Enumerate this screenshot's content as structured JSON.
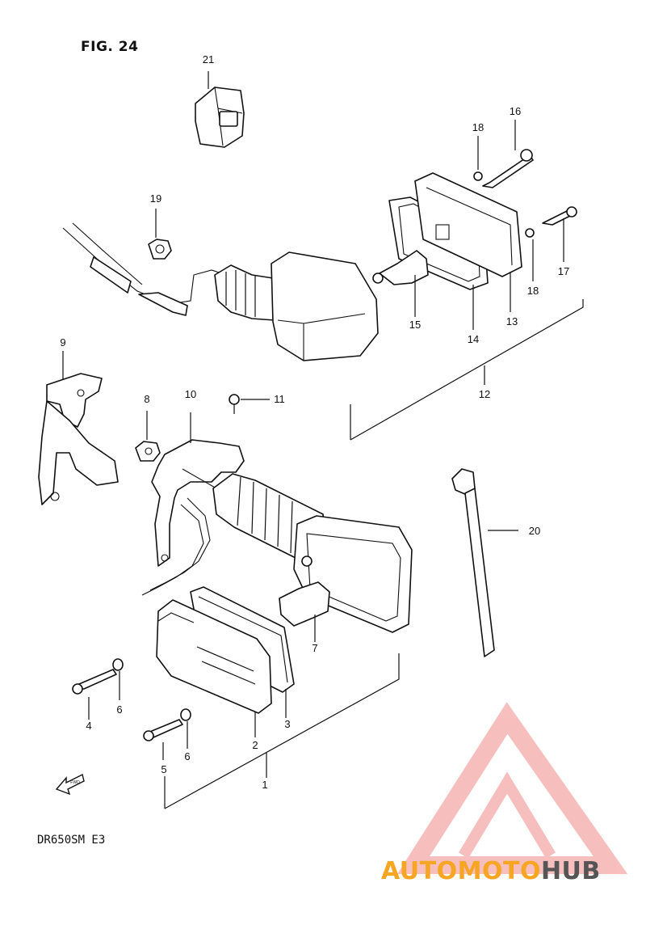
{
  "figure": {
    "title": "FIG. 24",
    "model_code": "DR650SM  E3"
  },
  "callouts": {
    "p1": "1",
    "p2": "2",
    "p3": "3",
    "p4": "4",
    "p5": "5",
    "p6a": "6",
    "p6b": "6",
    "p7": "7",
    "p8": "8",
    "p9": "9",
    "p10": "10",
    "p11": "11",
    "p12": "12",
    "p13": "13",
    "p14": "14",
    "p15": "15",
    "p16": "16",
    "p17": "17",
    "p18a": "18",
    "p18b": "18",
    "p19": "19",
    "p20": "20",
    "p21": "21"
  },
  "watermark": {
    "text_part1": "AUTOMOTO",
    "text_part2": "HUB",
    "colors": {
      "logo": "#f28a8a",
      "text_part1": "#f6a623",
      "text_part2": "#555555"
    }
  },
  "direction_arrow_label": "FWD",
  "icons": {
    "direction": "forward-arrow-icon",
    "logo": "triangle-logo-icon"
  }
}
